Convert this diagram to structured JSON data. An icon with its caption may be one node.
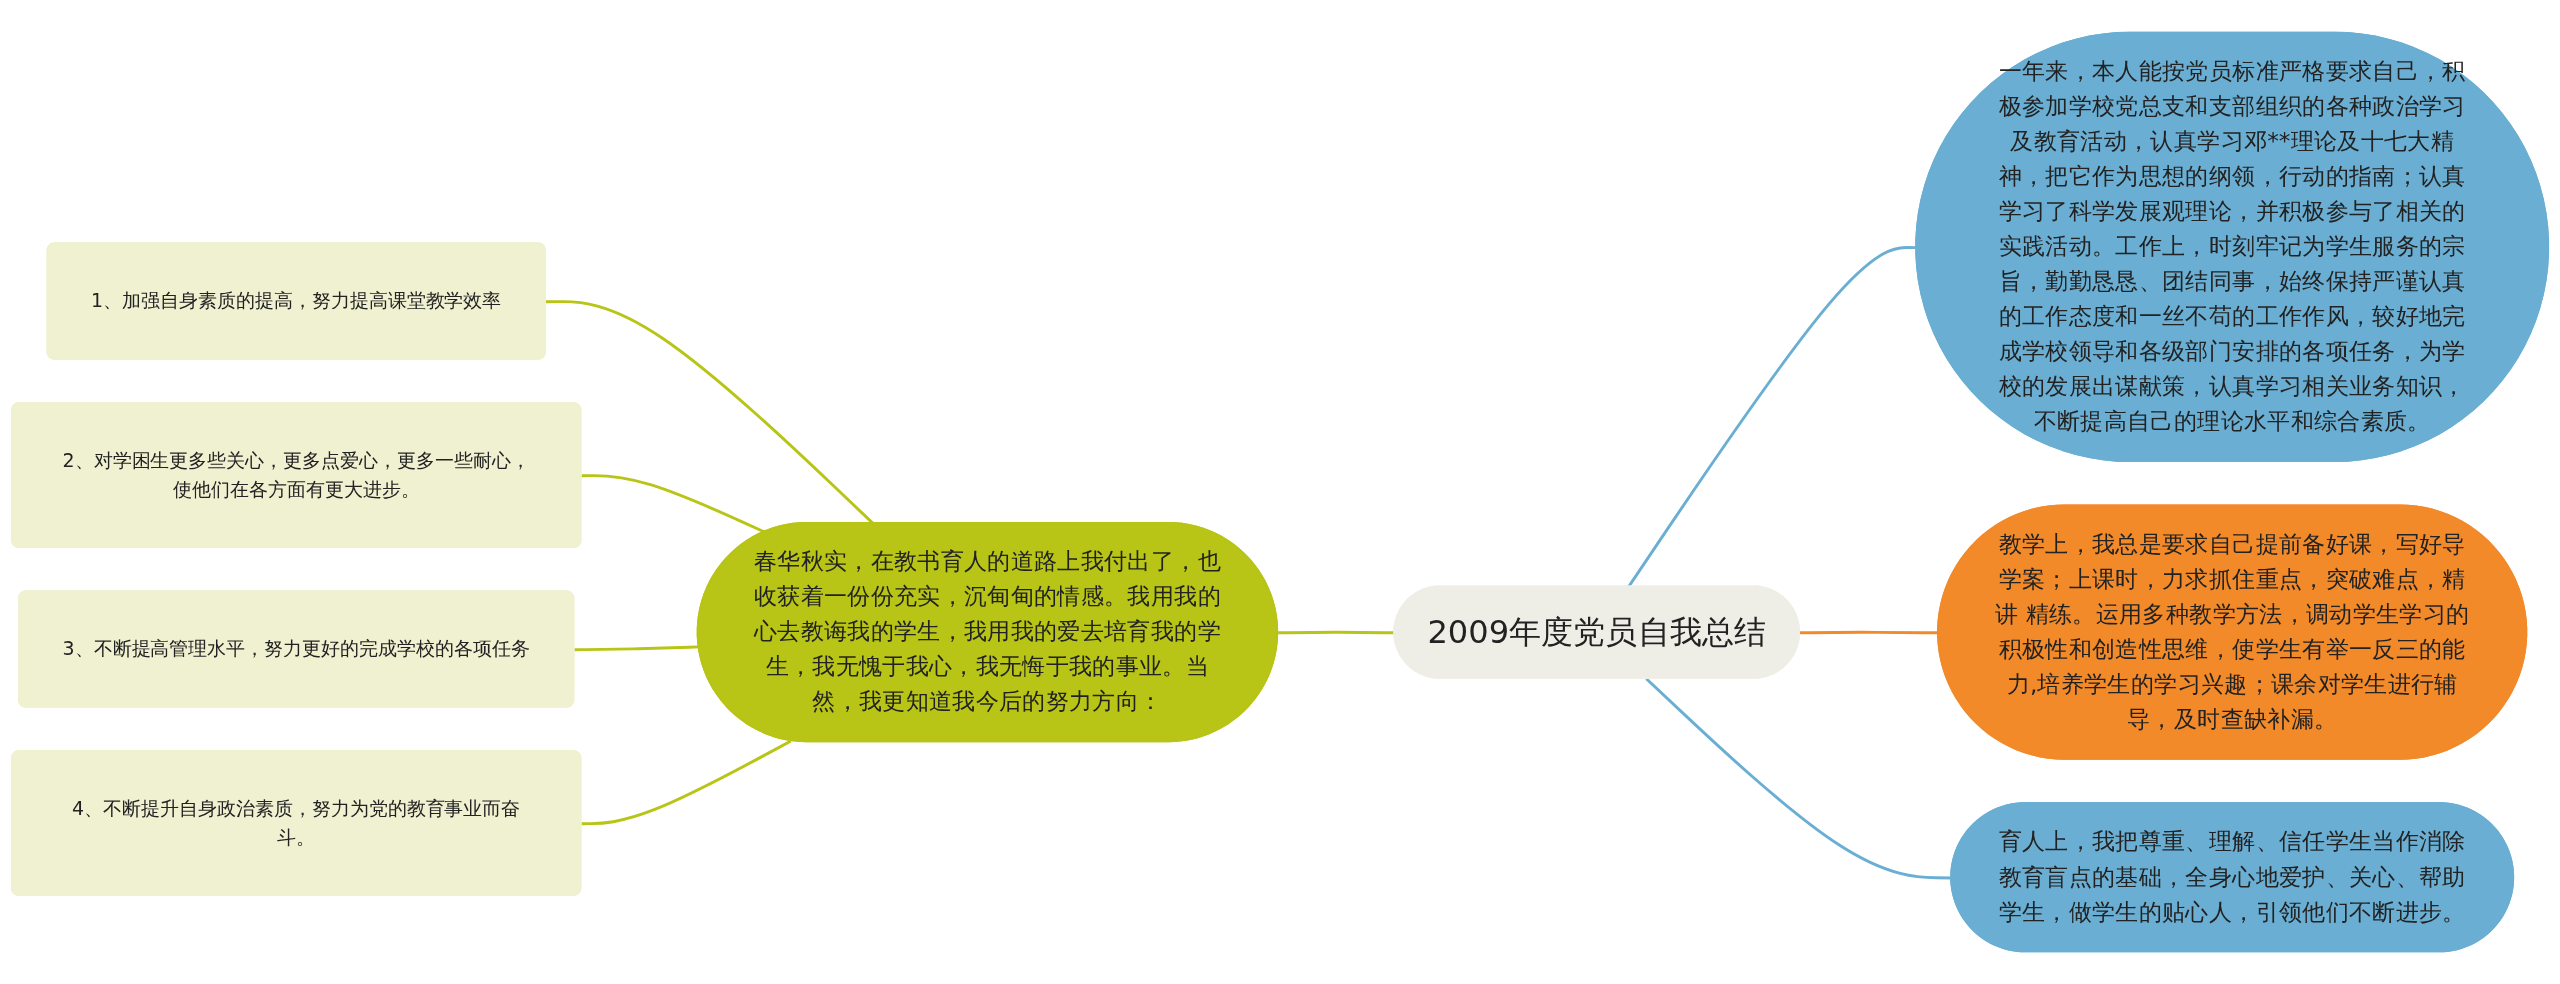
{
  "diagram": {
    "nodes": [
      {
        "text": [
          "2009年度党员自我总结"
        ]
      },
      {
        "text": [
          "一年来，本人能按党员标准严格要求自己，积极参加学校党总支和支部组织的各种政治学习及教育活动，认真学习邓**理论及十七大精神，把它作为思想的纲领，行动的指南；认真学习了科学发展观理论，并积极参与了相关的实践活动。工作上，时刻牢记为学生服务的宗旨，勤勤恳恳、团结同事，始终保持严谨认真的工作态度和一丝不苟的工作作风，较好地完成学校领导和各级部门安排的各项任务，为学校的发展出谋献策，认真学习相关业务知识，不断提高自己的理论水平和综合素质。"
        ]
      },
      {
        "text": [
          "教学上，我总是要求自己提前备好课，写好导学案；上课时，力求抓住重点，突破难点，精讲 精练。运用多种教学方法，调动学生学习的积极性和创造性思维，使学生有举一反三的能力,培养学生的学习兴趣；课余对学生进行辅导，及时查缺补漏。"
        ]
      },
      {
        "text": [
          "育人上，我把尊重、理解、信任学生当作消除教育盲点的基础，全身心地爱护、关心、帮助学生，做学生的贴心人，引领他们不断进步。"
        ]
      },
      {
        "text": [
          "春华秋实，在教书育人的道路上我付出了，也收获着一份份充实，沉甸甸的情感。我用我的心去教诲我的学生，我用我的爱去培育我的学生，我无愧于我心，我无悔于我的事业。当然，我更知道我今后的努力方向："
        ]
      },
      {
        "text": [
          "1、加强自身素质的提高，努力提高课堂教学效率"
        ]
      },
      {
        "text": [
          "2、对学困生更多些关心，更多点爱心，更多一些耐心，使他们在各方面有更大进步。"
        ]
      },
      {
        "text": [
          "3、不断提高管理水平，努力更好的完成学校的各项任务"
        ]
      },
      {
        "text": [
          "4、不断提升自身政治素质，努力为党的教育事业而奋斗。"
        ]
      }
    ],
    "edges": [
      {
        "from": 0,
        "to": 1,
        "arrow": "none",
        "color": "#6aafd3"
      },
      {
        "from": 0,
        "to": 2,
        "arrow": "none",
        "color": "#f28a2a"
      },
      {
        "from": 0,
        "to": 3,
        "arrow": "none",
        "color": "#6aafd3"
      },
      {
        "from": 0,
        "to": 4,
        "arrow": "none",
        "color": "#b8c416"
      },
      {
        "from": 4,
        "to": 5,
        "arrow": "none",
        "color": "#b8c416"
      },
      {
        "from": 4,
        "to": 6,
        "arrow": "none",
        "color": "#b8c416"
      },
      {
        "from": 4,
        "to": 7,
        "arrow": "none",
        "color": "#b8c416"
      },
      {
        "from": 4,
        "to": 8,
        "arrow": "none",
        "color": "#b8c416"
      }
    ]
  }
}
